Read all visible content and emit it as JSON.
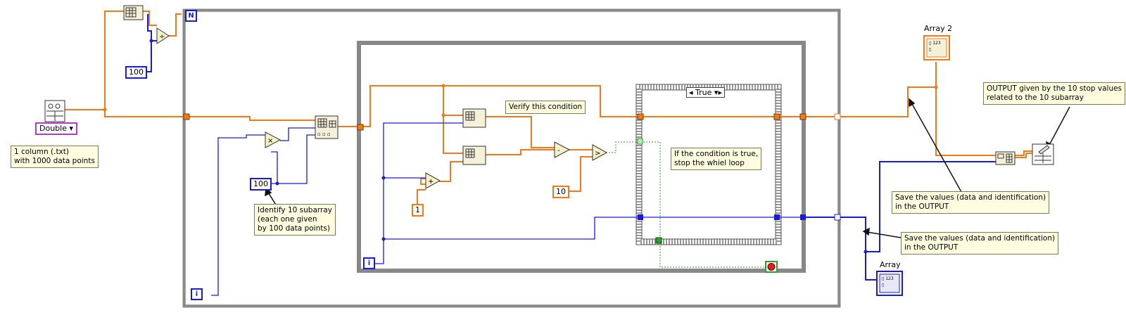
{
  "nodes": {
    "array_top_label": "Array 2",
    "array_bottom_label": "Array",
    "case_selector": "True",
    "double_label": "Double",
    "n_label": "N",
    "i_outer": "i",
    "i_inner": "i"
  },
  "constants": {
    "c100_top": "100",
    "c100_mid": "100",
    "c1": "1",
    "c10": "10"
  },
  "comments": {
    "input_file": "1 column (.txt)\nwith 1000 data points",
    "identify": "Identify 10 subarray\n(each one given\nby 100 data points)",
    "verify": "Verify this condition",
    "if_true": "If the condition is true,\nstop the whiel loop",
    "save1": "Save the values (data and identification)\nin the OUTPUT",
    "save2": "Save the values (data and identification)\nin the OUTPUT",
    "output": "OUTPUT given by the 10 stop values\nrelated to the 10 subarray"
  },
  "operators": {
    "divide": "÷",
    "multiply": "×",
    "add": "+",
    "subtract": "-",
    "greater": ">"
  },
  "colors": {
    "orange_wire": "#f07a1a",
    "blue_wire": "#1a1adc",
    "green_wire": "#2ca02c",
    "frame": "#7a7a7a"
  }
}
